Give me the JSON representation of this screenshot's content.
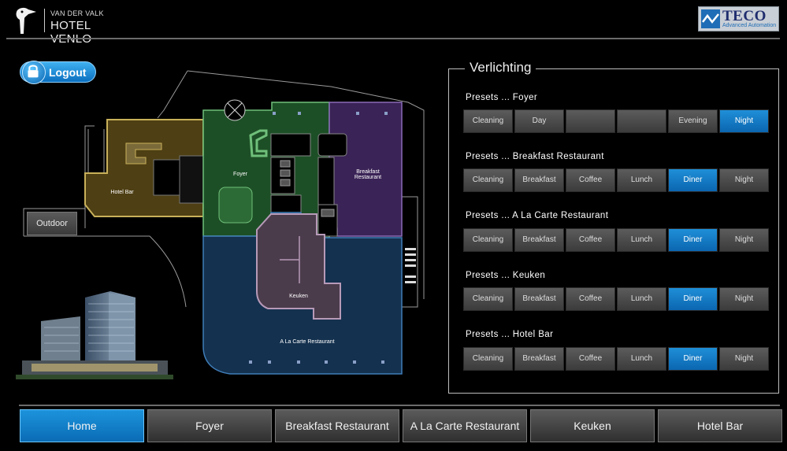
{
  "header": {
    "brand_small": "VAN DER VALK",
    "brand_big": "HOTEL VENLO",
    "teco_name": "TECO",
    "teco_sub": "Advanced Automation"
  },
  "logout_label": "Logout",
  "outdoor_label": "Outdoor",
  "plan_labels": {
    "hotel_bar": "Hotel Bar",
    "foyer": "Foyer",
    "breakfast_restaurant": "Breakfast Restaurant",
    "keuken": "Keuken",
    "a_la_carte": "A La Carte Restaurant"
  },
  "panel": {
    "title": "Verlichting",
    "groups": [
      {
        "title": "Presets ... Foyer",
        "buttons": [
          "Cleaning",
          "Day",
          "",
          "",
          "Evening",
          "Night"
        ],
        "active": 5
      },
      {
        "title": "Presets ... Breakfast Restaurant",
        "buttons": [
          "Cleaning",
          "Breakfast",
          "Coffee",
          "Lunch",
          "Diner",
          "Night"
        ],
        "active": 4
      },
      {
        "title": "Presets ... A La Carte Restaurant",
        "buttons": [
          "Cleaning",
          "Breakfast",
          "Coffee",
          "Lunch",
          "Diner",
          "Night"
        ],
        "active": 4
      },
      {
        "title": "Presets ... Keuken",
        "buttons": [
          "Cleaning",
          "Breakfast",
          "Coffee",
          "Lunch",
          "Diner",
          "Night"
        ],
        "active": 4
      },
      {
        "title": "Presets ... Hotel Bar",
        "buttons": [
          "Cleaning",
          "Breakfast",
          "Coffee",
          "Lunch",
          "Diner",
          "Night"
        ],
        "active": 4
      }
    ]
  },
  "nav": {
    "items": [
      "Home",
      "Foyer",
      "Breakfast Restaurant",
      "A La Carte Restaurant",
      "Keuken",
      "Hotel Bar"
    ],
    "active": 0
  },
  "colors": {
    "accent": "#0b74c4",
    "hotel_bar_zone": "#4e3f14",
    "foyer_zone": "#1d4f26",
    "breakfast_zone": "#3a2356",
    "keuken_zone": "#4b3c4c",
    "a_la_carte_zone": "#14314f"
  },
  "icons": {
    "brand": "toucan-icon",
    "logout": "padlock-icon"
  }
}
